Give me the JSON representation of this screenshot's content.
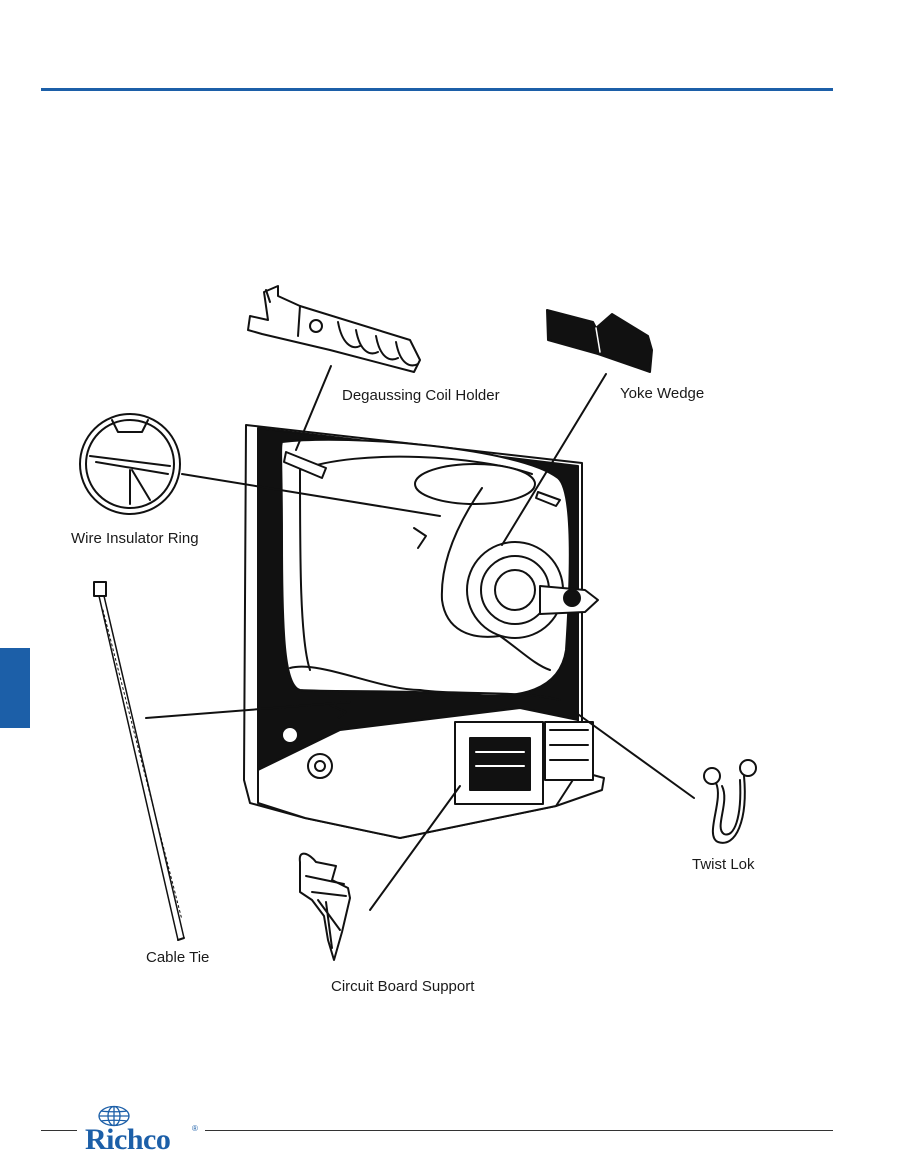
{
  "labels": {
    "degaussing": "Degaussing Coil Holder",
    "yoke_wedge": "Yoke Wedge",
    "wire_ring": "Wire Insulator Ring",
    "cable_tie": "Cable Tie",
    "twist_lok": "Twist Lok",
    "circuit_support": "Circuit Board Support"
  },
  "brand": {
    "name": "Richco",
    "reg_mark": "®",
    "color": "#1c5fa8"
  },
  "icons": [
    "globe-icon"
  ]
}
